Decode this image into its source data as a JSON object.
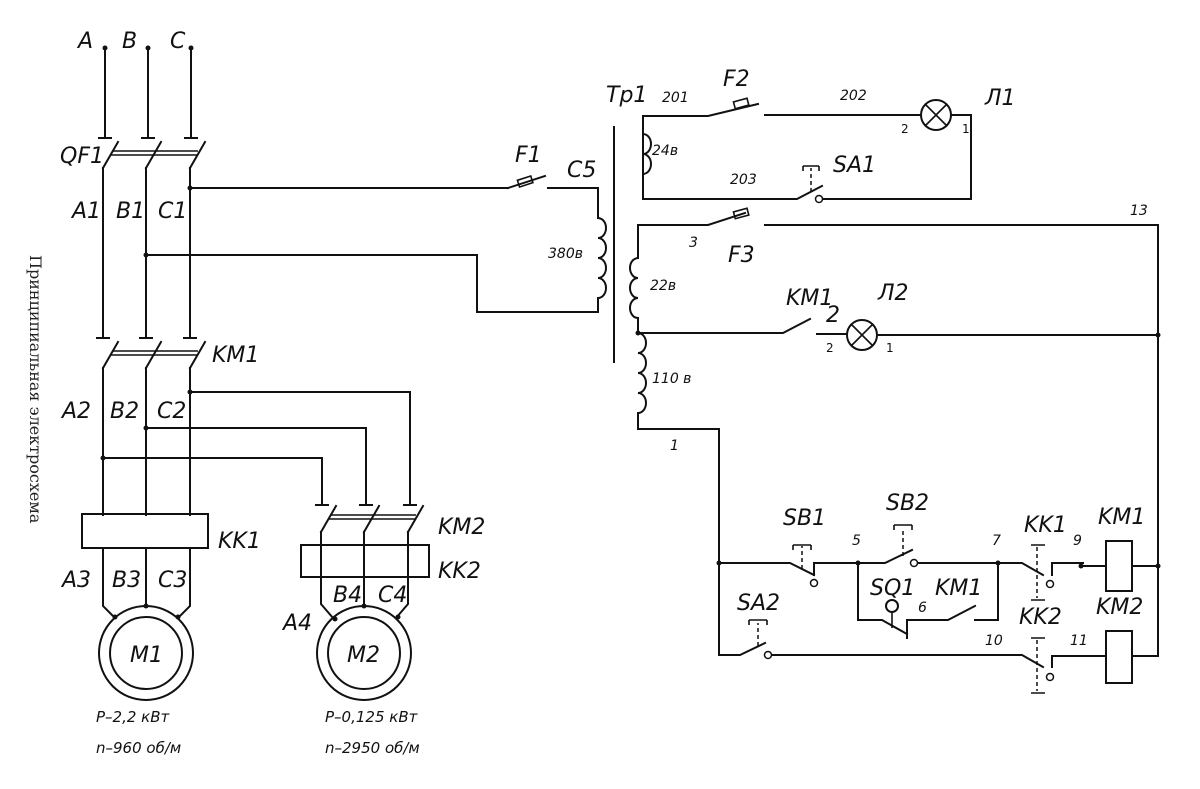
{
  "title": "Принципиальная электросхема",
  "phases": [
    "A",
    "B",
    "C"
  ],
  "breaker": {
    "label": "QF1",
    "outputs": [
      "A1",
      "B1",
      "C1"
    ]
  },
  "contactor_km1": {
    "label": "KM1",
    "outputs": [
      "A2",
      "B2",
      "C2"
    ]
  },
  "relay_kk1": {
    "label": "KK1",
    "outputs": [
      "A3",
      "B3",
      "C3"
    ]
  },
  "contactor_km2": {
    "label": "KM2"
  },
  "relay_kk2": {
    "label": "KK2",
    "outputs": [
      "A4",
      "B4",
      "C4"
    ]
  },
  "motors": [
    {
      "label": "M1",
      "power": "P–2,2 кВт",
      "speed": "n–960 об/м"
    },
    {
      "label": "M2",
      "power": "P–0,125 кВт",
      "speed": "n–2950 об/м"
    }
  ],
  "fuse_f1": "F1",
  "primary": {
    "label": "C5",
    "voltage": "380в"
  },
  "transformer": "Тр1",
  "secondary": {
    "w24": "24в",
    "w22": "22в",
    "w110": "110 в"
  },
  "wires": {
    "n201": "201",
    "n202": "202",
    "n203": "203",
    "n3": "3",
    "n13": "13",
    "n1": "1",
    "n5": "5",
    "n6": "6",
    "n7": "7",
    "n9": "9",
    "n10": "10",
    "n11": "11"
  },
  "fuse_f2": "F2",
  "fuse_f3": "F3",
  "lamp_l1": {
    "label": "Л1",
    "pin_left": "2",
    "pin_right": "1"
  },
  "switch_sa1": "SA1",
  "km1_aux": "KM1",
  "lamp_l2": {
    "label": "Л2",
    "pin_top": "2",
    "pin_left": "2",
    "pin_right": "1"
  },
  "buttons": {
    "sb1": "SB1",
    "sb2": "SB2",
    "sa2": "SA2"
  },
  "limit_sq1": "SQ1",
  "km1_hold": "KM1",
  "thermal_contacts": {
    "kk1": "KK1",
    "kk2": "KK2"
  },
  "coils": {
    "km1": "KM1",
    "km2": "KM2"
  }
}
